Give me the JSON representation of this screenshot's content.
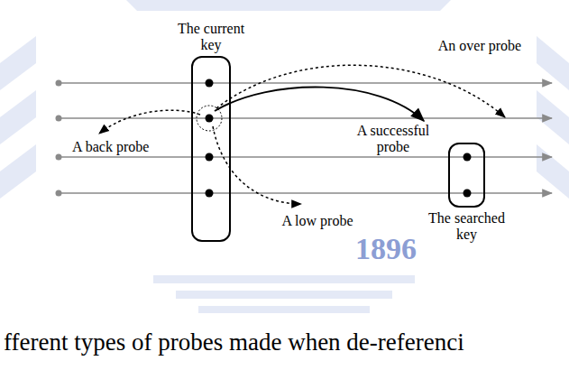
{
  "diagram": {
    "caption": "fferent types of probes made when de-referenci",
    "nodes": [
      {
        "text": [
          "The current key"
        ]
      },
      {
        "text": [
          "The searched key"
        ]
      }
    ],
    "labels": [
      "A back probe",
      "A successful probe",
      "An over probe",
      "A low probe",
      "1896"
    ]
  }
}
